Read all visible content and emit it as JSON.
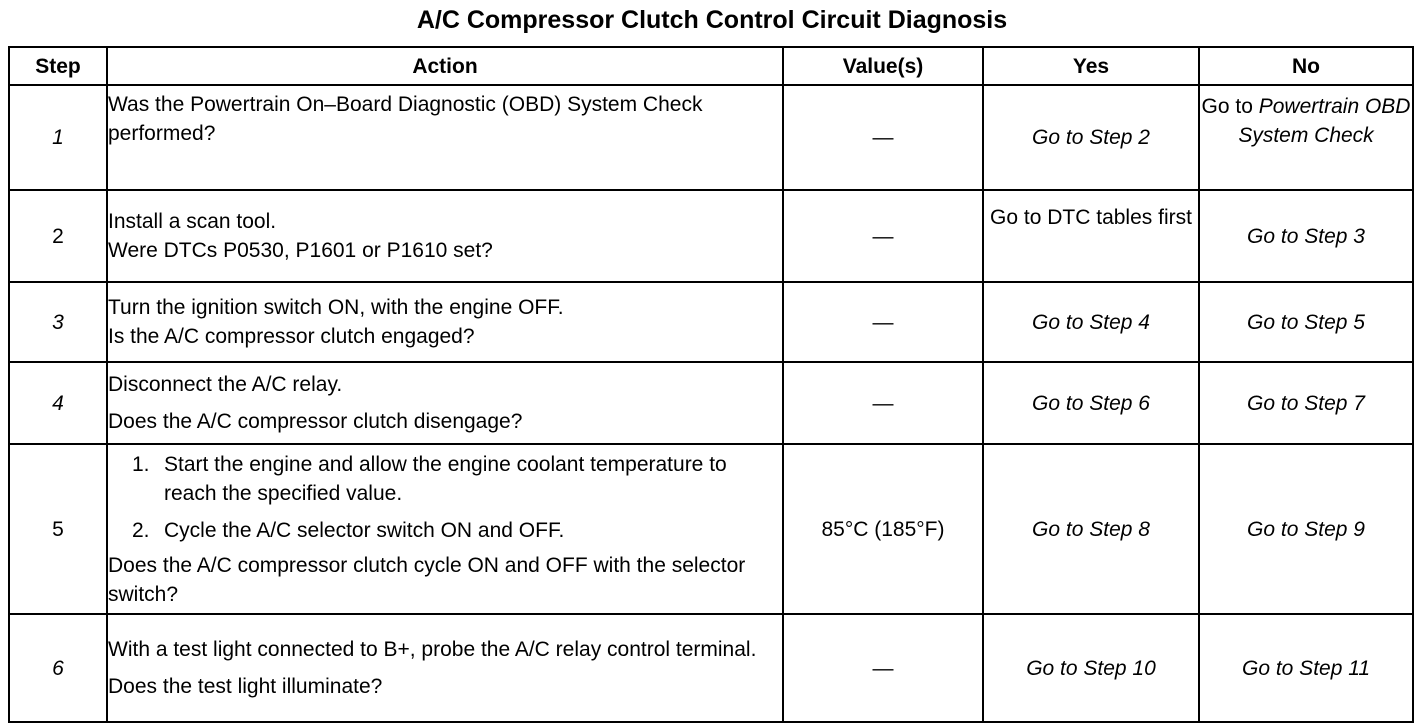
{
  "title": "A/C Compressor Clutch Control Circuit Diagnosis",
  "headers": {
    "step": "Step",
    "action": "Action",
    "value": "Value(s)",
    "yes": "Yes",
    "no": "No"
  },
  "rows": [
    {
      "step": "1",
      "action": [
        "Was the Powertrain On–Board Diagnostic (OBD) System Check performed?"
      ],
      "value": "—",
      "yes": "Go to Step 2",
      "no_prefix": "Go to",
      "no": "Powertrain OBD System Check"
    },
    {
      "step": "2",
      "action": [
        "Install a scan tool.",
        "Were DTCs P0530, P1601 or P1610 set?"
      ],
      "value": "—",
      "yes": "Go to DTC tables first",
      "no": "Go to Step 3"
    },
    {
      "step": "3",
      "action": [
        "Turn the ignition switch ON, with the engine OFF.",
        "Is the A/C compressor clutch engaged?"
      ],
      "value": "—",
      "yes": "Go to Step 4",
      "no": "Go to Step 5"
    },
    {
      "step": "4",
      "action": [
        "Disconnect the A/C relay.",
        "Does the A/C compressor clutch disengage?"
      ],
      "value": "—",
      "yes": "Go to Step 6",
      "no": "Go to Step 7"
    },
    {
      "step": "5",
      "items": [
        {
          "n": "1.",
          "text": "Start the engine and allow the engine coolant temperature to reach the specified value."
        },
        {
          "n": "2.",
          "text": "Cycle the A/C selector switch ON and OFF."
        }
      ],
      "action": [
        "Does the A/C compressor clutch cycle ON and OFF with the selector switch?"
      ],
      "value": "85°C (185°F)",
      "yes": "Go to Step 8",
      "no": "Go to Step 9"
    },
    {
      "step": "6",
      "action": [
        "With a test light connected to B+, probe the A/C relay control terminal.",
        "Does the test light illuminate?"
      ],
      "value": "—",
      "yes": "Go to Step 10",
      "no": "Go to Step 11"
    }
  ]
}
